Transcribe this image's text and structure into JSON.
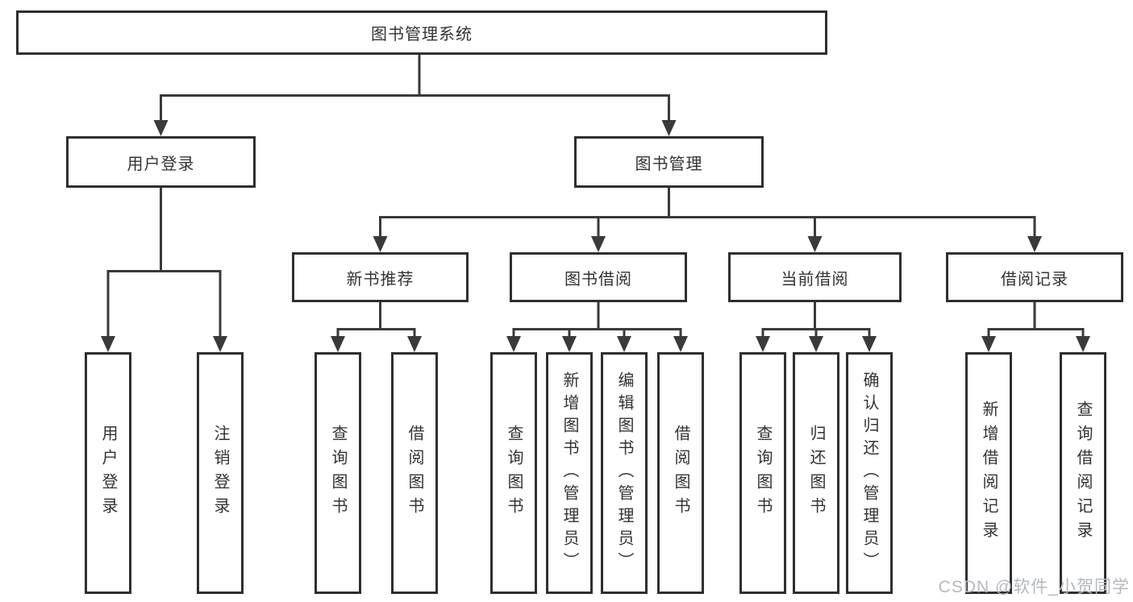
{
  "diagram_title": "图书管理系统",
  "tree": {
    "label": "图书管理系统",
    "children": [
      {
        "label": "用户登录",
        "children": [
          {
            "label": "用户登录"
          },
          {
            "label": "注销登录"
          }
        ]
      },
      {
        "label": "图书管理",
        "children": [
          {
            "label": "新书推荐",
            "children": [
              {
                "label": "查询图书"
              },
              {
                "label": "借阅图书"
              }
            ]
          },
          {
            "label": "图书借阅",
            "children": [
              {
                "label": "查询图书"
              },
              {
                "label": "新增图书（管理员）"
              },
              {
                "label": "编辑图书（管理员）"
              },
              {
                "label": "借阅图书"
              }
            ]
          },
          {
            "label": "当前借阅",
            "children": [
              {
                "label": "查询图书"
              },
              {
                "label": "归还图书"
              },
              {
                "label": "确认归还（管理员）"
              }
            ]
          },
          {
            "label": "借阅记录",
            "children": [
              {
                "label": "新增借阅记录"
              },
              {
                "label": "查询借阅记录"
              }
            ]
          }
        ]
      }
    ]
  },
  "watermark": {
    "text": "CSDN @软件_小贺同学"
  },
  "colors": {
    "line": "#3a3a3a",
    "border": "#2f2f2f",
    "text": "#333333",
    "background": "#ffffff",
    "watermark": "#b4b9be"
  }
}
